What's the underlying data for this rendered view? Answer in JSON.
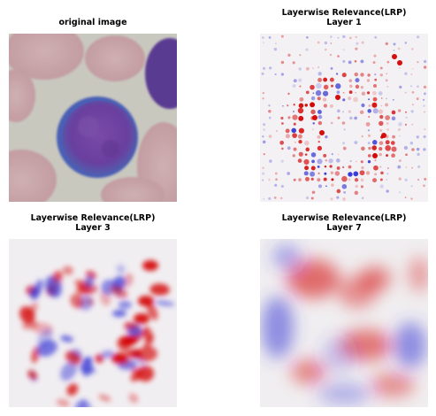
{
  "figure": {
    "panels": [
      {
        "id": "original",
        "title": "original image"
      },
      {
        "id": "lrp1",
        "title": "Layerwise Relevance(LRP)\nLayer 1"
      },
      {
        "id": "lrp3",
        "title": "Layerwise Relevance(LRP)\nLayer 3"
      },
      {
        "id": "lrp7",
        "title": "Layerwise Relevance(LRP)\nLayer 7"
      }
    ],
    "colors": {
      "positive_relevance": "#d40000",
      "negative_relevance": "#3a3ad6",
      "neutral": "#f2f0f2",
      "cell_purple": "#6a3f9e",
      "background_gray": "#c9c8bf",
      "rbc_pink": "#c7a3a6"
    }
  }
}
